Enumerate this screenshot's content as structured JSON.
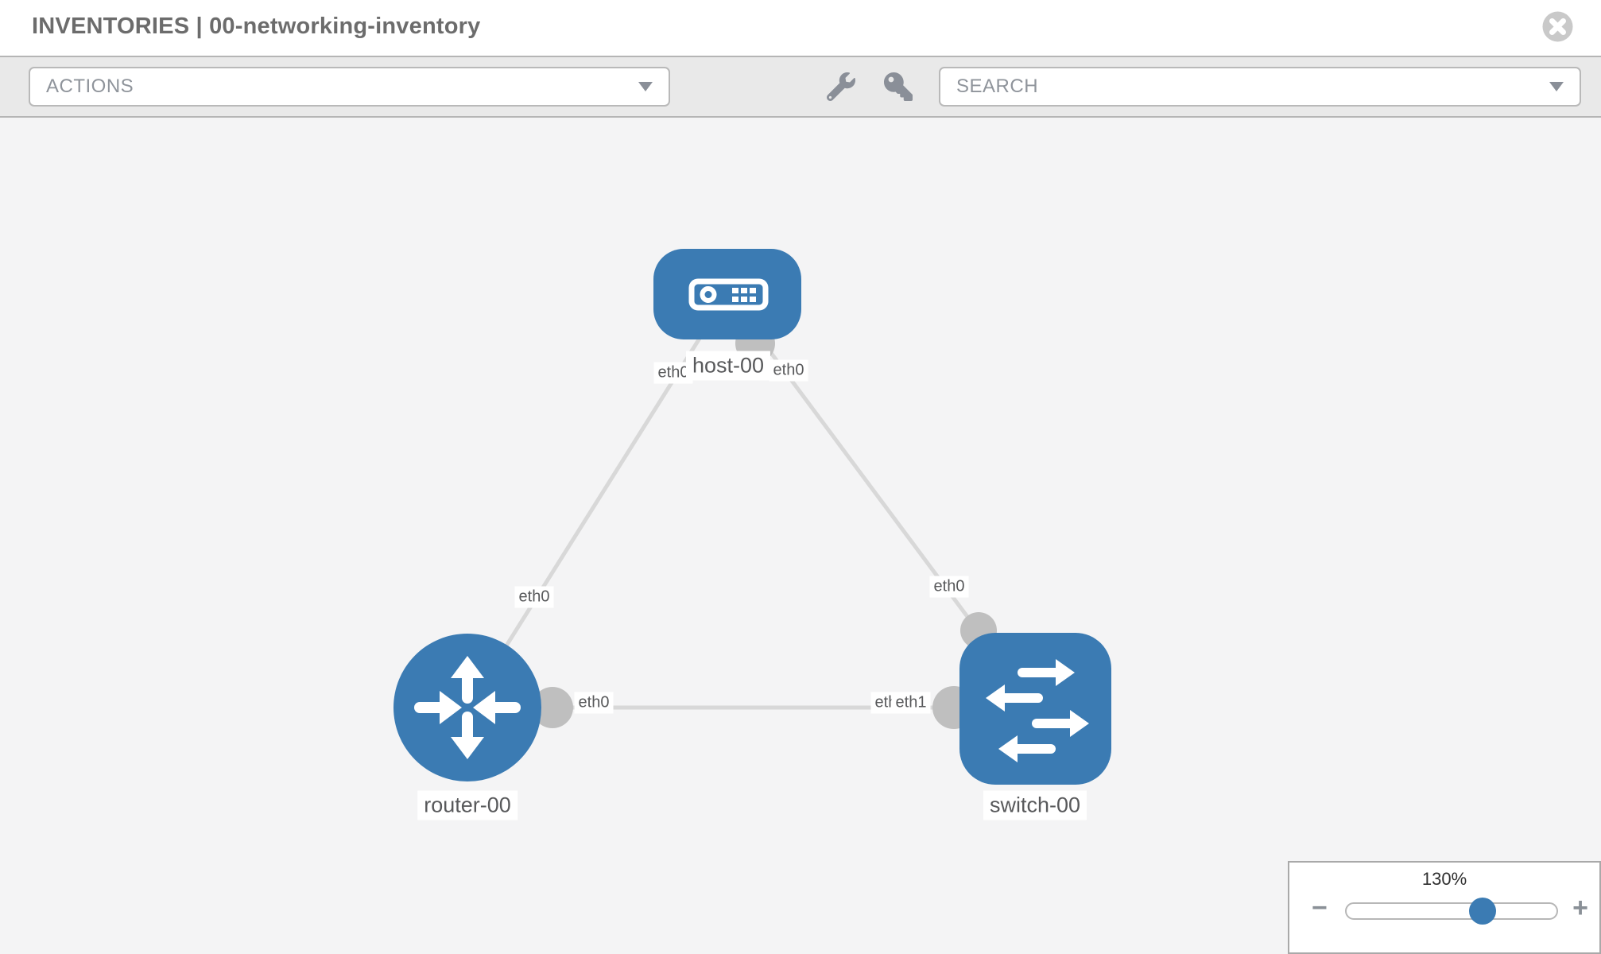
{
  "header": {
    "title": "INVENTORIES | 00-networking-inventory"
  },
  "toolbar": {
    "actions": {
      "label": "ACTIONS"
    },
    "search": {
      "label": "SEARCH"
    },
    "icons": [
      "wrench-icon",
      "key-icon"
    ]
  },
  "canvas": {
    "nodes": [
      {
        "name": "host-00",
        "type": "host"
      },
      {
        "name": "router-00",
        "type": "router"
      },
      {
        "name": "switch-00",
        "type": "switch"
      }
    ],
    "links": [
      {
        "from": "host-00",
        "from_if": "eth0",
        "to": "router-00",
        "to_if": "eth0"
      },
      {
        "from": "host-00",
        "from_if": "eth0",
        "to": "switch-00",
        "to_if": "eth0"
      },
      {
        "from": "router-00",
        "from_if": "eth0",
        "to": "switch-00",
        "to_if": "eth1"
      }
    ],
    "if_labels": [
      {
        "text": "eth0"
      },
      {
        "text": "eth0"
      },
      {
        "text": "eth0"
      },
      {
        "text": "eth0"
      },
      {
        "text": "eth0"
      },
      {
        "text": "eth0"
      },
      {
        "text": "eth1"
      }
    ]
  },
  "zoom": {
    "level": "130%",
    "minus": "−",
    "plus": "+"
  },
  "colors": {
    "node_blue": "#3b7bb3",
    "link_gray": "#d8d8d8",
    "connector_gray": "#bfbfbf",
    "toolbar_bg": "#e9e9e9",
    "canvas_bg": "#f4f4f5",
    "accent": "#3b7bb3"
  }
}
